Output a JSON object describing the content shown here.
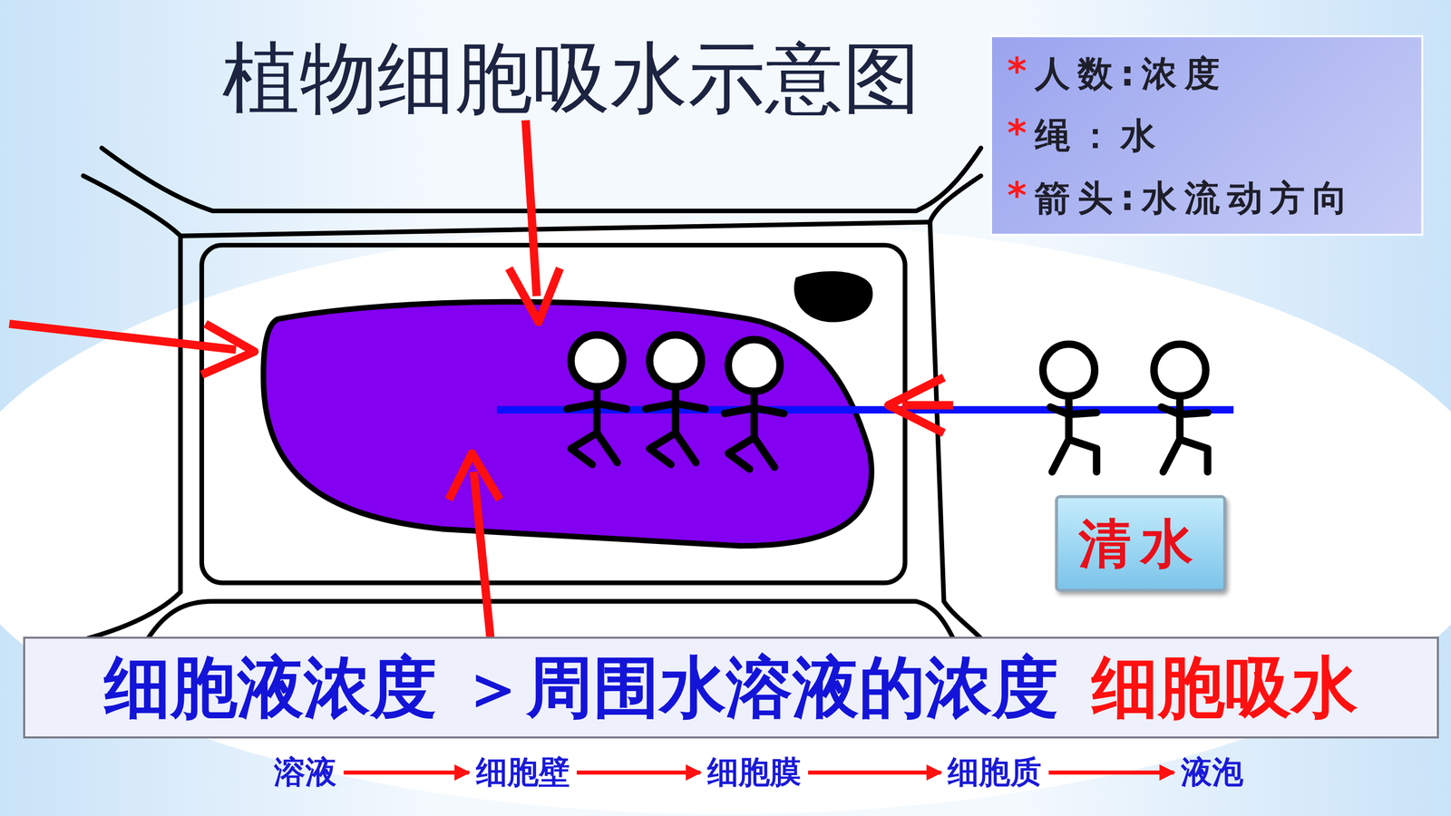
{
  "diagram": {
    "title": "植物细胞吸水示意图",
    "nodes": [
      {
        "text": [
          "清水"
        ]
      },
      {
        "text": [
          "细胞液浓度 ＞周围水溶液的浓度",
          "细胞吸水"
        ]
      },
      {
        "text": [
          "溶液"
        ]
      },
      {
        "text": [
          "细胞壁"
        ]
      },
      {
        "text": [
          "细胞膜"
        ]
      },
      {
        "text": [
          "细胞质"
        ]
      },
      {
        "text": [
          "液泡"
        ]
      }
    ],
    "edges": [
      {
        "from": 2,
        "to": 3,
        "arrow": "to"
      },
      {
        "from": 3,
        "to": 4,
        "arrow": "to"
      },
      {
        "from": 4,
        "to": 5,
        "arrow": "to"
      },
      {
        "from": 5,
        "to": 6,
        "arrow": "to"
      }
    ],
    "labels": [
      "*",
      "*",
      "*",
      "吸水："
    ],
    "legend": [
      {
        "text": "人数:浓度"
      },
      {
        "text": "绳：水"
      },
      {
        "text": "箭头:水流动方向"
      }
    ]
  }
}
